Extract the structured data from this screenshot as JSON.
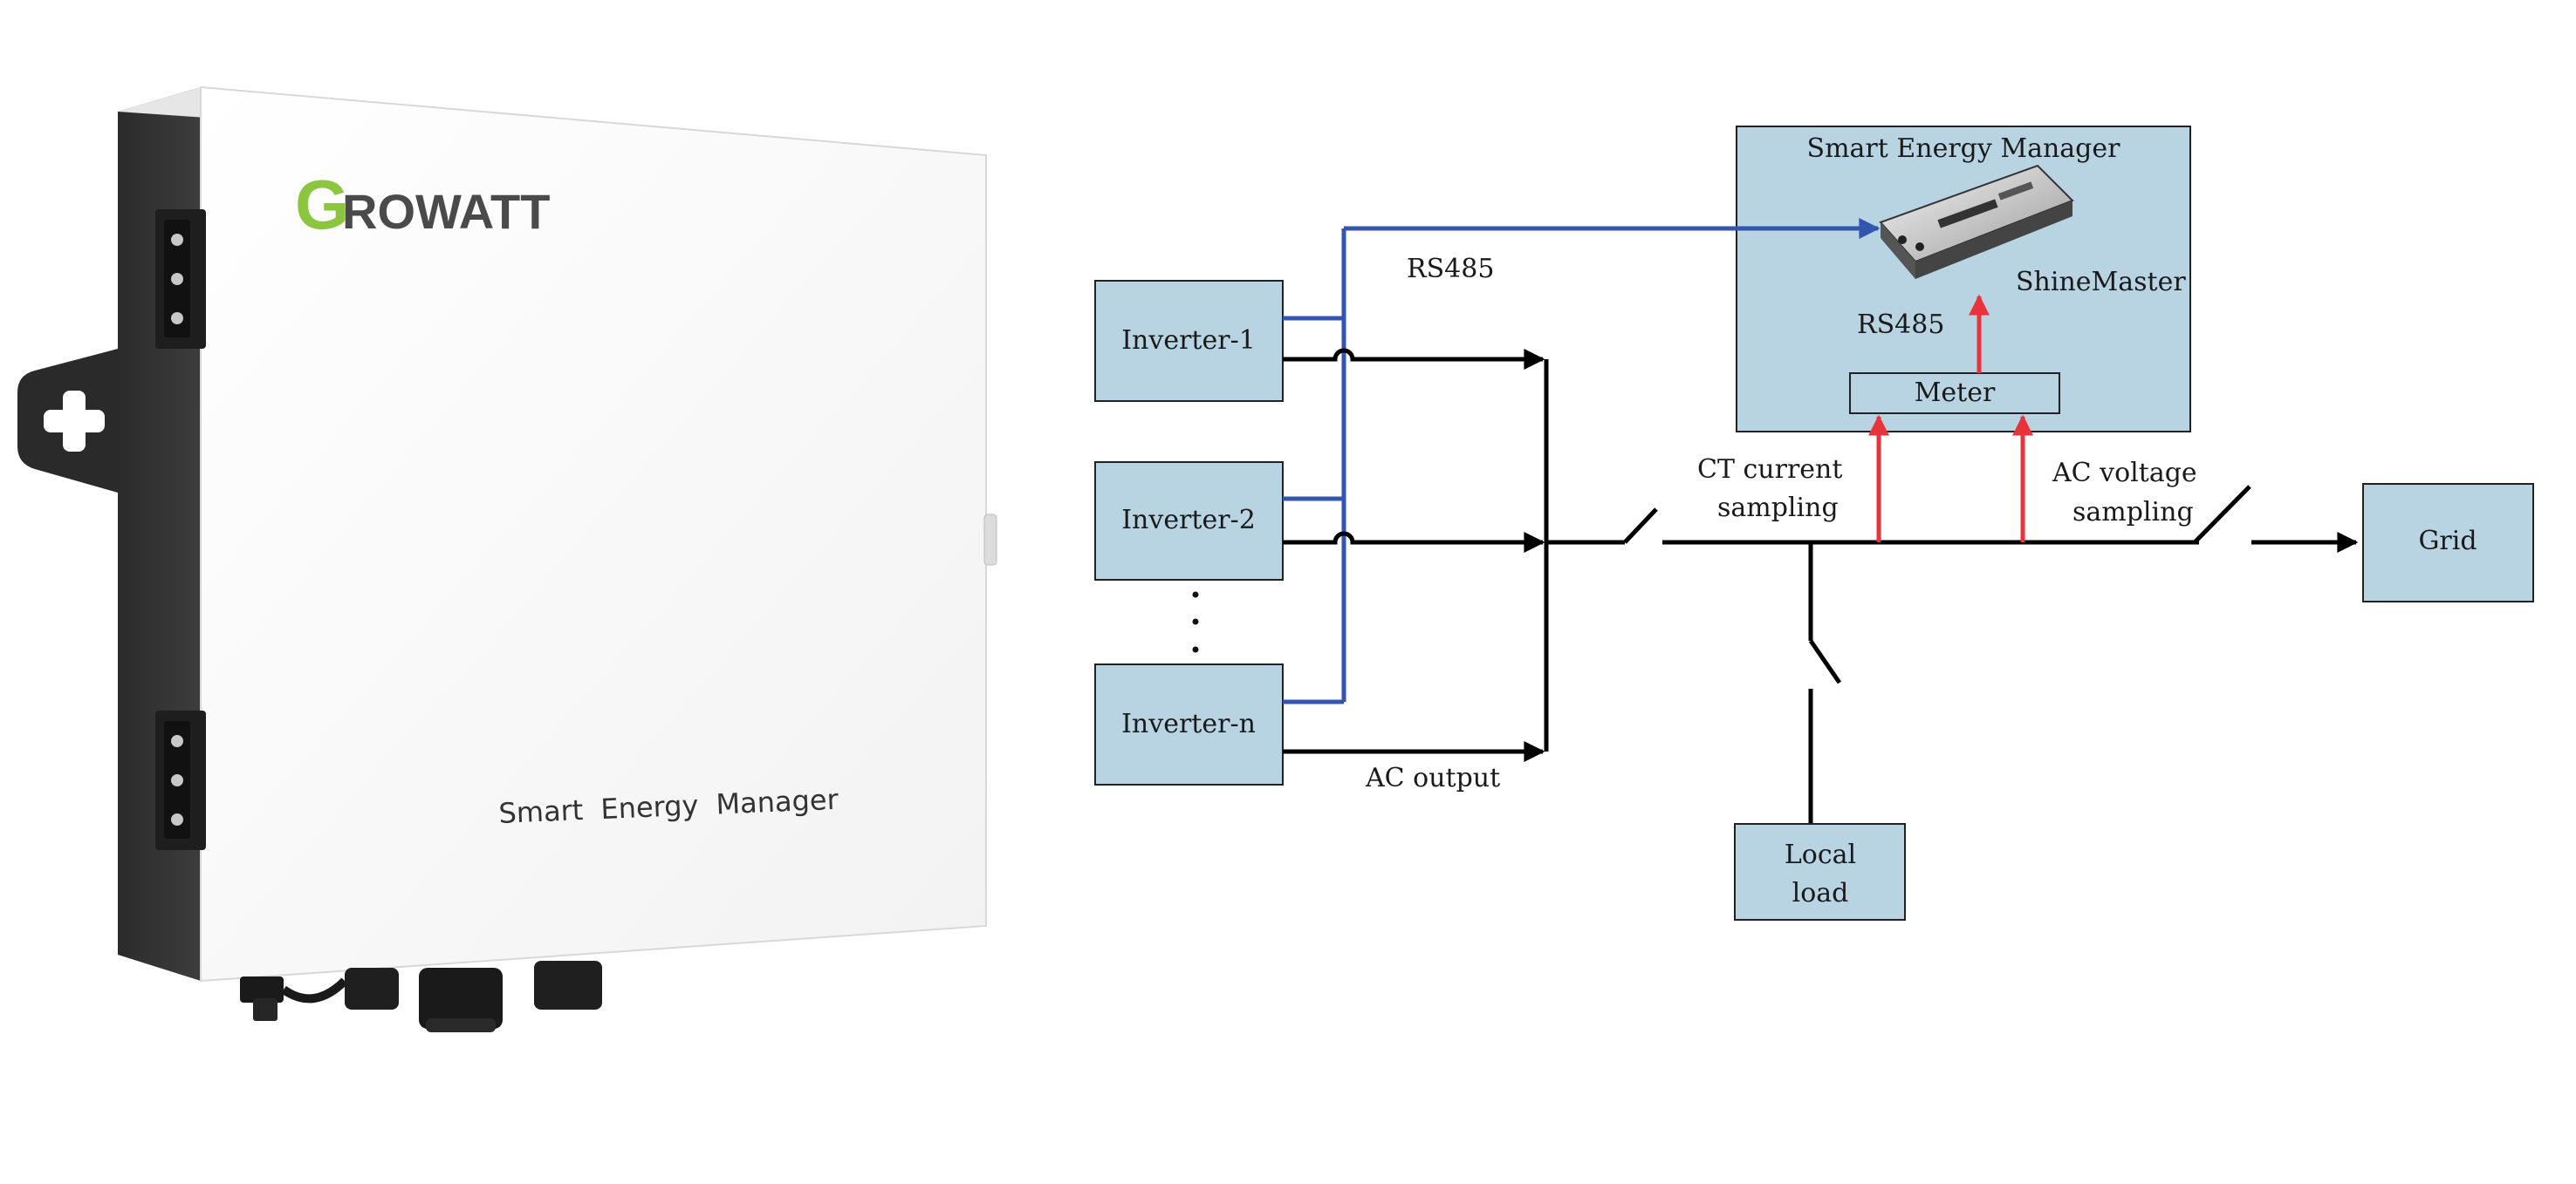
{
  "product": {
    "brand_first_letter": "G",
    "brand_rest": "ROWATT",
    "label": "Smart Energy Manager"
  },
  "diagram": {
    "sem_box_title": "Smart Energy Manager",
    "shinemaster_label": "ShineMaster",
    "rs485_inner": "RS485",
    "meter_label": "Meter",
    "rs485_bus": "RS485",
    "inverters": [
      "Inverter-1",
      "Inverter-2",
      "Inverter-n"
    ],
    "ellipsis": "⋮",
    "ac_output": "AC output",
    "ct_line1": "CT current",
    "ct_line2": "sampling",
    "acv_line1": "AC voltage",
    "acv_line2": "sampling",
    "grid": "Grid",
    "local_load_line1": "Local",
    "local_load_line2": "load"
  },
  "colors": {
    "box_fill": "#b8d4e3",
    "rs485_blue": "#3355b0",
    "sample_red": "#e8333a",
    "growatt_green": "#8cc63f",
    "growatt_gray": "#4a4a4a"
  }
}
